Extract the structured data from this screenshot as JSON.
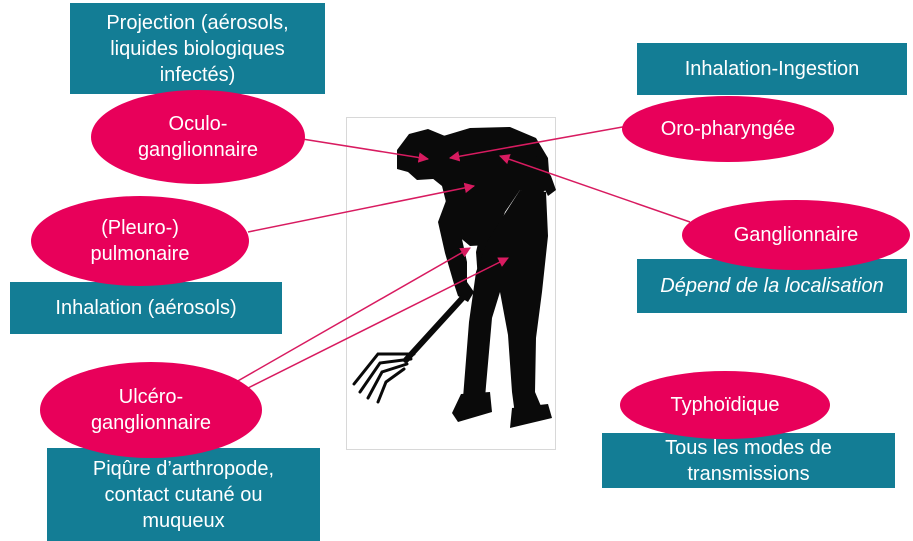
{
  "colors": {
    "box": "#137d95",
    "oval": "#e8005a",
    "arrow": "#d81b60",
    "silhouette": "#0a0a0a",
    "title": "#2e3f9e"
  },
  "routes": [
    {
      "form": "Oculo-\nganglionnaire",
      "transmission": "Projection (aérosols,\nliquides biologiques\ninfectés)",
      "body_site": "eye"
    },
    {
      "form": "Oro-pharyngée",
      "transmission": "Inhalation-Ingestion",
      "body_site": "mouth"
    },
    {
      "form": "Ganglionnaire",
      "transmission": "Dépend de la localisation",
      "body_site": "neck"
    },
    {
      "form": "(Pleuro-)\npulmonaire",
      "transmission": "Inhalation (aérosols)",
      "body_site": "chest"
    },
    {
      "form": "Ulcéro-\nganglionnaire",
      "transmission": "Piqûre d’arthropode,\ncontact cutané ou\nmuqueux",
      "body_site": "arms"
    },
    {
      "form": "Typhoïdique",
      "transmission": "Tous les modes de\ntransmissions",
      "body_site": ""
    }
  ],
  "figure": {
    "icon": "farmer-with-pitchfork-silhouette"
  }
}
